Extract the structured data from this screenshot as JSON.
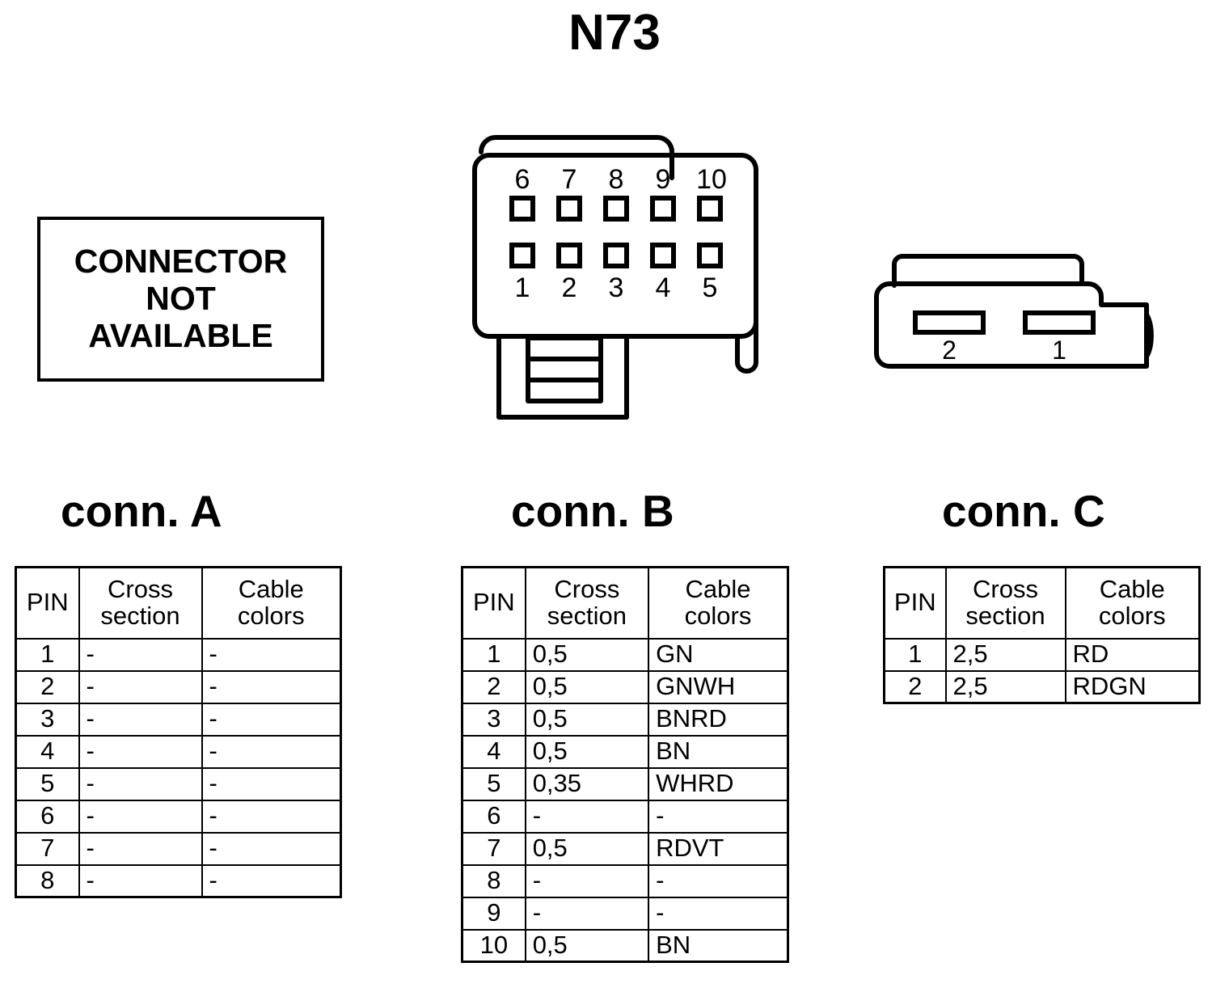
{
  "title": "N73",
  "not_available": {
    "lines": [
      "CONNECTOR",
      "NOT",
      "AVAILABLE"
    ]
  },
  "connector_b_drawing": {
    "top_row_labels": [
      "6",
      "7",
      "8",
      "9",
      "10"
    ],
    "bottom_row_labels": [
      "1",
      "2",
      "3",
      "4",
      "5"
    ]
  },
  "connector_c_drawing": {
    "slot_labels": [
      "2",
      "1"
    ]
  },
  "headings": {
    "conn_a": "conn. A",
    "conn_b": "conn. B",
    "conn_c": "conn. C"
  },
  "table_headers": {
    "pin": "PIN",
    "cross_section": "Cross\nsection",
    "cable_colors": "Cable\ncolors"
  },
  "conn_a_rows": [
    {
      "pin": "1",
      "cross_section": "-",
      "cable_colors": "-"
    },
    {
      "pin": "2",
      "cross_section": "-",
      "cable_colors": "-"
    },
    {
      "pin": "3",
      "cross_section": "-",
      "cable_colors": "-"
    },
    {
      "pin": "4",
      "cross_section": "-",
      "cable_colors": "-"
    },
    {
      "pin": "5",
      "cross_section": "-",
      "cable_colors": "-"
    },
    {
      "pin": "6",
      "cross_section": "-",
      "cable_colors": "-"
    },
    {
      "pin": "7",
      "cross_section": "-",
      "cable_colors": "-"
    },
    {
      "pin": "8",
      "cross_section": "-",
      "cable_colors": "-"
    }
  ],
  "conn_b_rows": [
    {
      "pin": "1",
      "cross_section": "0,5",
      "cable_colors": "GN"
    },
    {
      "pin": "2",
      "cross_section": "0,5",
      "cable_colors": "GNWH"
    },
    {
      "pin": "3",
      "cross_section": "0,5",
      "cable_colors": "BNRD"
    },
    {
      "pin": "4",
      "cross_section": "0,5",
      "cable_colors": "BN"
    },
    {
      "pin": "5",
      "cross_section": "0,35",
      "cable_colors": "WHRD"
    },
    {
      "pin": "6",
      "cross_section": "-",
      "cable_colors": "-"
    },
    {
      "pin": "7",
      "cross_section": "0,5",
      "cable_colors": "RDVT"
    },
    {
      "pin": "8",
      "cross_section": "-",
      "cable_colors": "-"
    },
    {
      "pin": "9",
      "cross_section": "-",
      "cable_colors": "-"
    },
    {
      "pin": "10",
      "cross_section": "0,5",
      "cable_colors": "BN"
    }
  ],
  "conn_c_rows": [
    {
      "pin": "1",
      "cross_section": "2,5",
      "cable_colors": "RD"
    },
    {
      "pin": "2",
      "cross_section": "2,5",
      "cable_colors": "RDGN"
    }
  ],
  "colors": {
    "ink": "#000000",
    "paper": "#ffffff"
  }
}
